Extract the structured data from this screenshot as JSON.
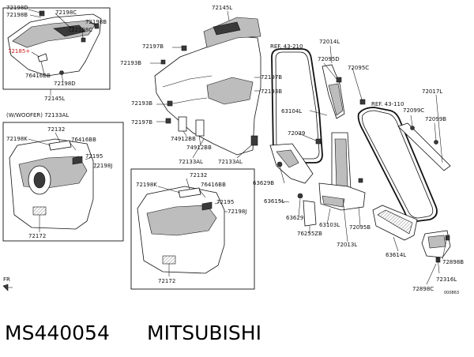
{
  "diagram": {
    "panel_top_left": {
      "labels": [
        "72198D",
        "72198B",
        "72198C",
        "72198B",
        "72198C",
        "72185+",
        "76416BB",
        "72198D",
        "72145L"
      ]
    },
    "panel_woofer": {
      "header": "(W/WOOFER) 72133AL",
      "labels": [
        "72132",
        "72198K",
        "76416BB",
        "72195",
        "72198J",
        "72172"
      ]
    },
    "panel_center_box": {
      "labels": [
        "72132",
        "72198K",
        "76416BB",
        "72195",
        "72198J",
        "72172"
      ]
    },
    "main_labels": {
      "l72145L_top": "72145L",
      "l72197B_a": "72197B",
      "l72193B_a": "72193B",
      "l72197B_b": "72197B",
      "l72193B_b": "72193B",
      "l72193B_c": "72193B",
      "l72197B_c": "72197B",
      "l74912BB": "74912BB",
      "l74912BB_b": "74912BB",
      "l72133AL_a": "72133AL",
      "l72133AL_b": "72133AL",
      "ref_43_210": "REF. 43-210",
      "l72014L": "72014L",
      "l72095D": "72095D",
      "l72095C": "72095C",
      "l63104L": "63104L",
      "l72039": "72039",
      "ref_43_110": "REF. 43-110",
      "l72017L": "72017L",
      "l72099C": "72099C",
      "l72099B": "72099B",
      "l63629B": "63629B",
      "l63615L": "63615L",
      "l63629": "63629",
      "l76255ZB": "76255ZB",
      "l63103L": "63103L",
      "l72095B": "72095B",
      "l72013L": "72013L",
      "l63614L": "63614L",
      "l72898B": "72898B",
      "l72316L": "72316L",
      "l72898C": "72898C",
      "fr": "FR",
      "code": "000863"
    },
    "caption": {
      "part_number": "MS440054",
      "brand": "MITSUBISHI"
    }
  }
}
